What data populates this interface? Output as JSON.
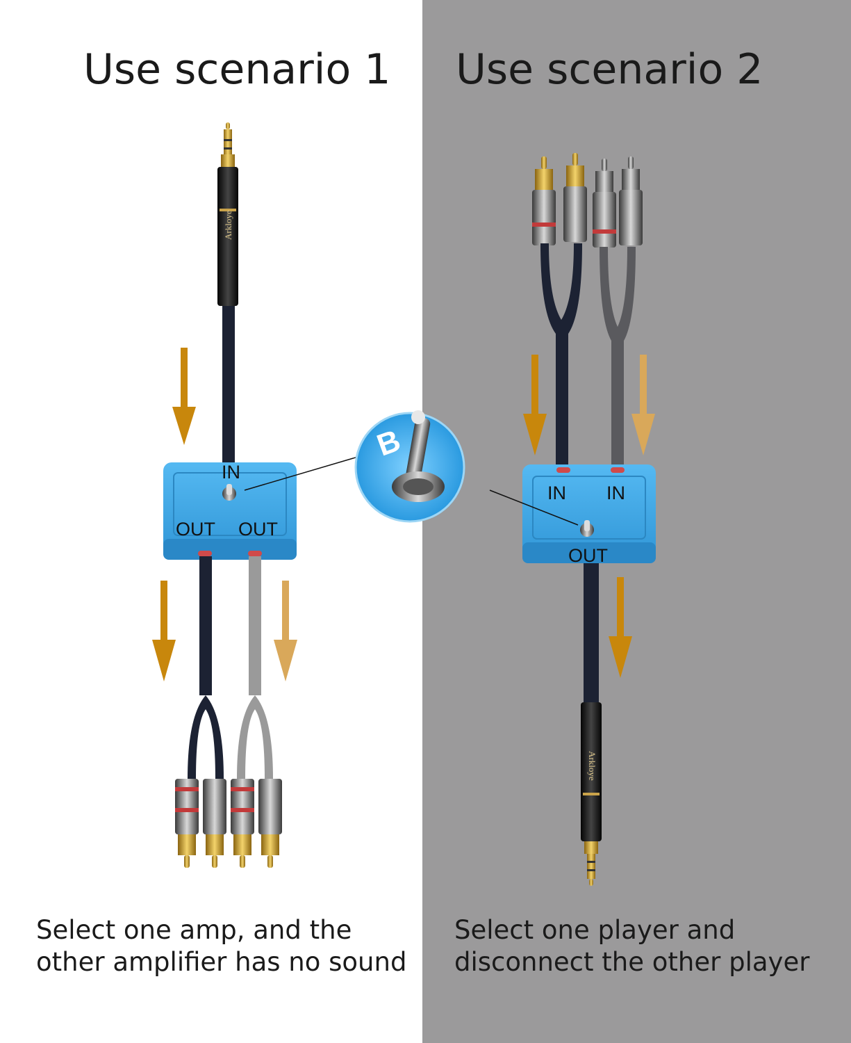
{
  "scenario1": {
    "title": "Use scenario 1",
    "caption_line1": "Select one amp, and the",
    "caption_line2": "other amplifier has no sound",
    "label_in": "IN",
    "label_out_left": "OUT",
    "label_out_right": "OUT"
  },
  "scenario2": {
    "title": "Use scenario 2",
    "caption_line1": "Select one player and",
    "caption_line2": "disconnect the other player",
    "label_in_left": "IN",
    "label_in_right": "IN",
    "label_out": "OUT"
  },
  "brand": "Arkloye",
  "switch_letter": "B",
  "colors": {
    "left_bg": "#ffffff",
    "right_bg": "#9b9a9b",
    "box_blue": "#3ea8e8",
    "arrow_gold": "#c8870c",
    "arrow_light_gold": "#d9a85a",
    "cable_dark": "#1c2233",
    "cable_gray": "#8a8a8a"
  }
}
